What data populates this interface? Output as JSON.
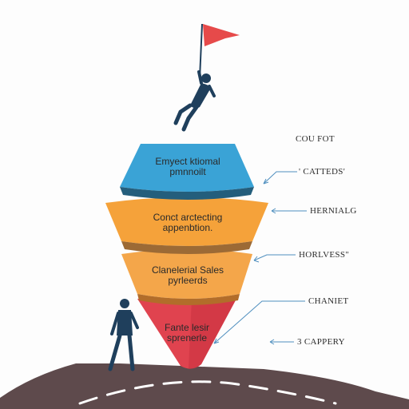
{
  "funnel": {
    "tiers": [
      {
        "line1": "Emyect ktiomal",
        "line2": "pmnnoilt",
        "color": "#3aa3d6"
      },
      {
        "line1": "Conct arctecting",
        "line2": "appenbtion.",
        "color": "#f5a23a"
      },
      {
        "line1": "Clanelerial Sales",
        "line2": "pyrleerds",
        "color": "#f4a64a"
      },
      {
        "line1": "Fante lesir",
        "line2": "sprenerle",
        "color": "#e0434f"
      }
    ]
  },
  "side_labels": [
    "COU FOT",
    "' CATTEDS'",
    "HERNIALG",
    "HORLVESS\"",
    "CHANIET",
    "3 CAPPERY"
  ],
  "colors": {
    "flag": "#e64a4a",
    "figure": "#1f3f5c",
    "ground": "#5e4a4c",
    "arrow": "#4f8fbf"
  }
}
